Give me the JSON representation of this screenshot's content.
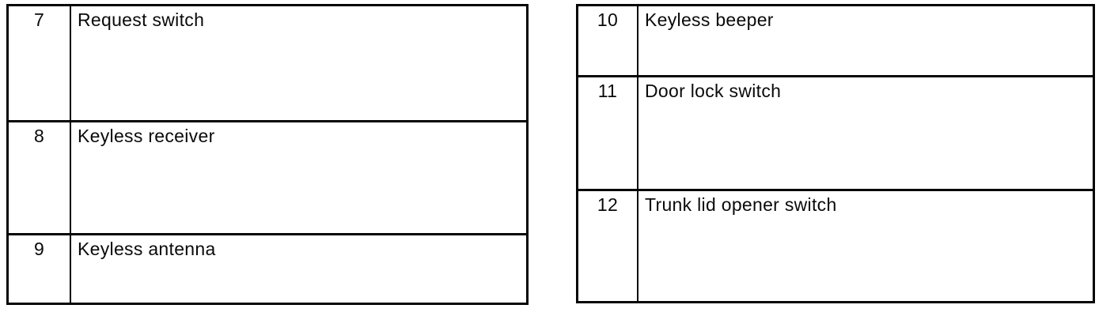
{
  "page": {
    "background_color": "#ffffff",
    "line_color": "#050505",
    "text_color": "#0a0a0a"
  },
  "tables": {
    "left": {
      "rows": [
        {
          "number": "7",
          "label": "Request switch"
        },
        {
          "number": "8",
          "label": "Keyless receiver"
        },
        {
          "number": "9",
          "label": "Keyless antenna"
        }
      ]
    },
    "right": {
      "rows": [
        {
          "number": "10",
          "label": "Keyless beeper"
        },
        {
          "number": "11",
          "label": "Door lock switch"
        },
        {
          "number": "12",
          "label": "Trunk lid opener switch"
        }
      ]
    }
  }
}
